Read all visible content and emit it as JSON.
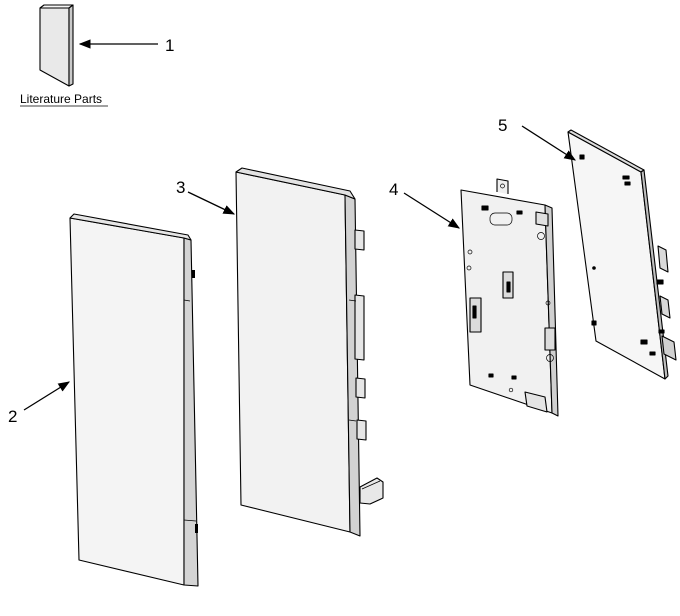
{
  "callouts": [
    {
      "id": "1",
      "label": "1"
    },
    {
      "id": "2",
      "label": "2"
    },
    {
      "id": "3",
      "label": "3"
    },
    {
      "id": "4",
      "label": "4"
    },
    {
      "id": "5",
      "label": "5"
    }
  ],
  "literature_caption": "Literature Parts",
  "colors": {
    "line": "#000000",
    "face_light": "#f3f3f3",
    "face_shade": "#d8d8d8",
    "board": "#f6f6f6",
    "background": "#ffffff"
  }
}
